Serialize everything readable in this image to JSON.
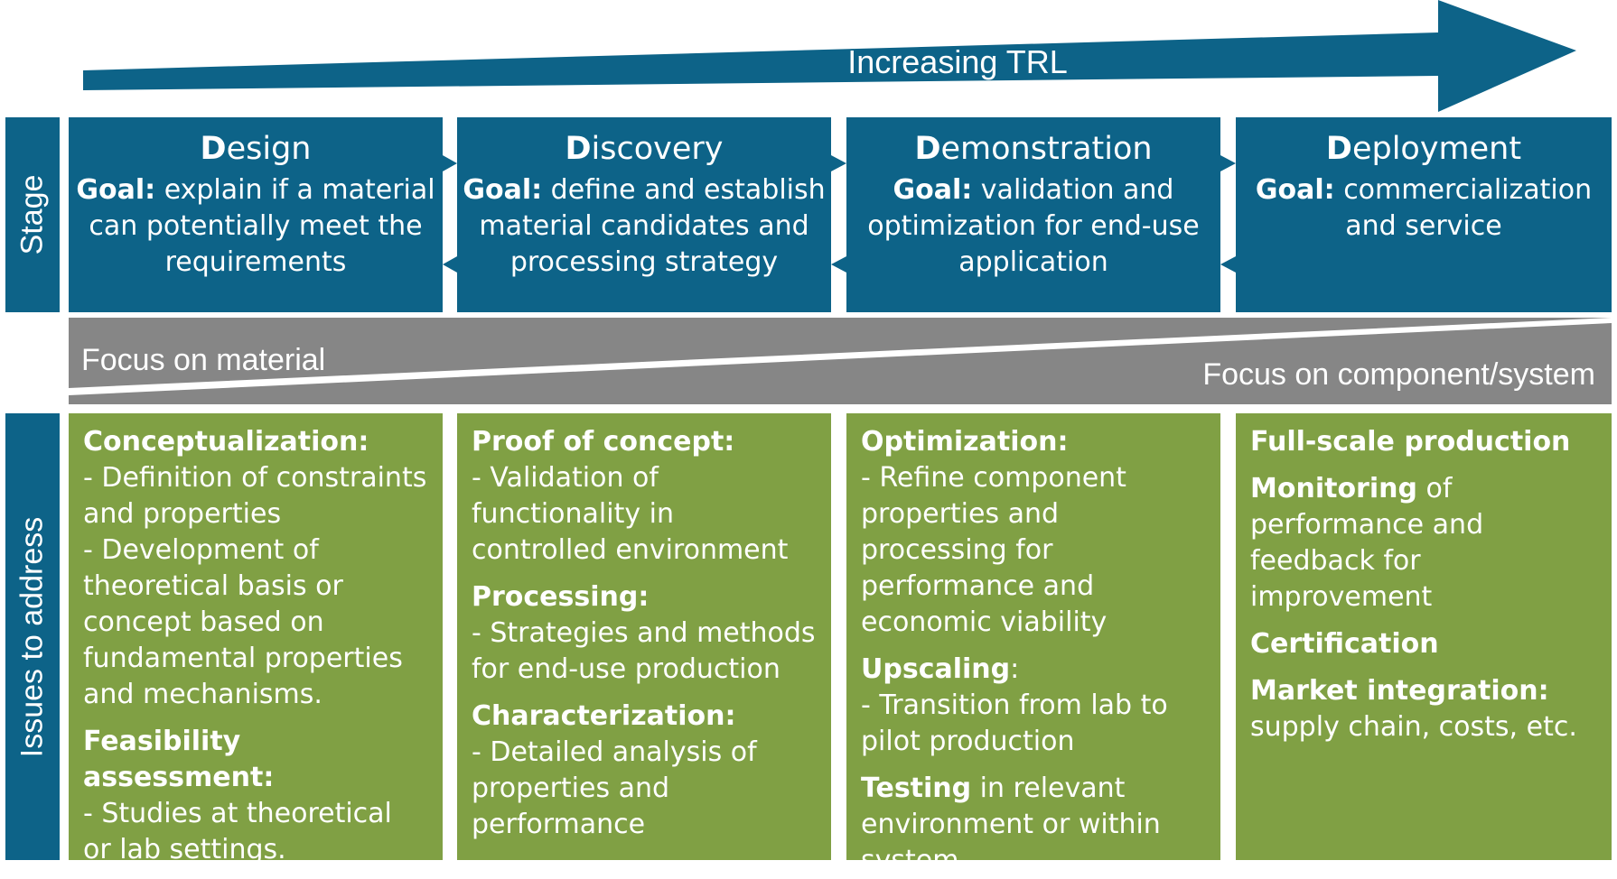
{
  "colors": {
    "stage_blue": "#0d6388",
    "band_gray": "#868686",
    "issue_green": "#80a044",
    "text": "#ffffff"
  },
  "trl": {
    "label": "Increasing TRL"
  },
  "side_labels": {
    "stage": "Stage",
    "issues": "Issues to address"
  },
  "stages": [
    {
      "initial": "D",
      "rest": "esign",
      "goal_label": "Goal:",
      "goal": " explain if a material can potentially meet the requirements"
    },
    {
      "initial": "D",
      "rest": "iscovery",
      "goal_label": "Goal:",
      "goal": " define and establish material candidates and processing strategy"
    },
    {
      "initial": "D",
      "rest": "emonstration",
      "goal_label": "Goal:",
      "goal": " validation and optimization for end-use application"
    },
    {
      "initial": "D",
      "rest": "eployment",
      "goal_label": "Goal:",
      "goal": " commercialization and service"
    }
  ],
  "focus": {
    "left": "Focus on material",
    "right": "Focus on component/system"
  },
  "issues": [
    [
      {
        "heading": "Conceptualization:",
        "lines": [
          "- Definition of constraints and properties",
          "- Development of theoretical basis or concept based on fundamental properties and mechanisms."
        ]
      },
      {
        "heading": "Feasibility assessment:",
        "lines": [
          "- Studies at theoretical or lab settings."
        ]
      }
    ],
    [
      {
        "heading": "Proof of concept:",
        "lines": [
          "- Validation of functionality in controlled environment"
        ]
      },
      {
        "heading": "Processing:",
        "lines": [
          "- Strategies and methods for end-use production"
        ]
      },
      {
        "heading": "Characterization:",
        "lines": [
          "- Detailed analysis of properties and performance"
        ]
      }
    ],
    [
      {
        "heading": "Optimization:",
        "lines": [
          "- Refine component properties and processing for performance and economic viability"
        ]
      },
      {
        "heading": "Upscaling",
        "suffix": ":",
        "lines": [
          "- Transition from lab to pilot production"
        ]
      },
      {
        "heading": "Testing",
        "suffix": " in relevant environment or within system",
        "lines": []
      }
    ],
    [
      {
        "heading": "Full-scale production",
        "lines": []
      },
      {
        "heading": "Monitoring",
        "suffix": " of performance and feedback for improvement",
        "lines": []
      },
      {
        "heading": "Certification",
        "lines": []
      },
      {
        "heading": "Market integration:",
        "lines": [
          "supply chain, costs, etc."
        ]
      }
    ]
  ]
}
